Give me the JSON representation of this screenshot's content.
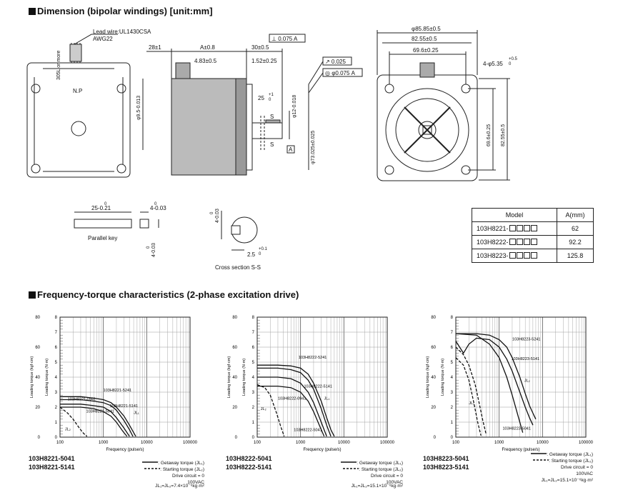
{
  "dimension": {
    "title": "Dimension (bipolar windings) [unit:mm]",
    "lead_wire": "Lead wire:UL1430CSA",
    "awg": "AWG22",
    "lead_len": "305L or more",
    "np": "N.P",
    "dim_28": "28±1",
    "dim_A": "A±0.8",
    "dim_30": "30±0.5",
    "perp": "⊥ 0.075 A",
    "dim_483": "4.83±0.5",
    "dim_152": "1.52±0.25",
    "runout": "↗ 0.025",
    "conc": "◎ φ0.075 A",
    "dim_25": "25",
    "tol_25": "+1\n0",
    "shaft_d": "φ12-0.018",
    "phi95": "φ9.5-0.013",
    "pilot": "φ73.025±0.025",
    "s_label": "S",
    "a_label": "A",
    "d8585": "φ85.85±0.5",
    "d8255": "82.55±0.5",
    "d696": "69.6±0.25",
    "holes": "4-φ5.35",
    "holes_tol": "+0.5\n0",
    "v696": "69.6±0.25",
    "v8255": "82.55±0.5",
    "key_w": "25-0.21",
    "key_w_tol": "0",
    "key_h": "4-0.03",
    "key_h_tol": "0",
    "key_side": "4-0.03",
    "key_side_tol": "0",
    "key_label": "Parallel key",
    "cs_top": "4-0.03",
    "cs_top_tol": "0",
    "cs_depth": "2.5",
    "cs_depth_tol": "+0.1\n0",
    "cs_label": "Cross section S-S"
  },
  "model_table": {
    "header": [
      "Model",
      "A(mm)"
    ],
    "rows": [
      {
        "model": "103H8221-",
        "a": "62"
      },
      {
        "model": "103H8222-",
        "a": "92.2"
      },
      {
        "model": "103H8223-",
        "a": "125.8"
      }
    ]
  },
  "freq": {
    "title": "Frequency-torque characteristics (2-phase excitation drive)"
  },
  "chart_data": [
    {
      "type": "line",
      "xscale": "log",
      "xlim": [
        100,
        100000
      ],
      "xticks": [
        "100",
        "1000",
        "10000",
        "100000"
      ],
      "xlabel": "Frequency (pulse/s)",
      "ylabel_left": "Loading torque (kgf·cm)",
      "ylabel_right": "Loading torque (N·m)",
      "ylim": [
        0,
        80
      ],
      "yticks_left": [
        "0",
        "20",
        "40",
        "60",
        "80"
      ],
      "ylim_right": [
        0,
        8
      ],
      "yticks_right": [
        "0",
        "1",
        "2",
        "3",
        "4",
        "5",
        "6",
        "7",
        "8"
      ],
      "series": [
        {
          "name": "103H8221-5241",
          "style": "solid",
          "x": [
            100,
            300,
            600,
            1000,
            1500,
            2000,
            3000,
            4000,
            5000,
            5600
          ],
          "y": [
            2.7,
            2.7,
            2.6,
            2.5,
            2.3,
            2.0,
            1.4,
            0.8,
            0.3,
            0.05
          ]
        },
        {
          "name": "103H8221-5141",
          "style": "solid",
          "x": [
            100,
            300,
            600,
            1000,
            1500,
            2000,
            3000,
            4000,
            4800
          ],
          "y": [
            2.5,
            2.5,
            2.4,
            2.3,
            2.1,
            1.8,
            1.1,
            0.5,
            0.05
          ]
        },
        {
          "name": "103H8221-0941",
          "style": "solid",
          "x": [
            100,
            300,
            600,
            1000,
            1500,
            2000,
            3000,
            4000
          ],
          "y": [
            2.2,
            2.2,
            2.1,
            2.0,
            1.7,
            1.3,
            0.6,
            0.05
          ]
        },
        {
          "name": "103H8221-5041",
          "style": "solid",
          "x": [
            100,
            300,
            600,
            1000,
            1500,
            2000,
            2800,
            3500
          ],
          "y": [
            2.0,
            2.0,
            1.9,
            1.7,
            1.4,
            1.0,
            0.4,
            0.05
          ]
        },
        {
          "name": "",
          "style": "dashed",
          "x": [
            100,
            150,
            200,
            280,
            350,
            420
          ],
          "y": [
            2.0,
            1.6,
            1.2,
            0.6,
            0.25,
            0.05
          ]
        }
      ],
      "annotations": [
        "103H8221-5241",
        "103H8221-5141",
        "103H8221-0941",
        "103H8221-5041",
        "JL₁",
        "JL₂"
      ]
    },
    {
      "type": "line",
      "xscale": "log",
      "xlim": [
        100,
        100000
      ],
      "xticks": [
        "100",
        "1000",
        "10000",
        "100000"
      ],
      "xlabel": "Frequency (pulse/s)",
      "ylabel_left": "Loading torque (kgf·cm)",
      "ylabel_right": "Loading torque (N·m)",
      "ylim": [
        0,
        80
      ],
      "yticks_left": [
        "0",
        "20",
        "40",
        "60",
        "80"
      ],
      "ylim_right": [
        0,
        8
      ],
      "yticks_right": [
        "0",
        "1",
        "2",
        "3",
        "4",
        "5",
        "6",
        "7",
        "8"
      ],
      "series": [
        {
          "name": "103H8222-5241",
          "style": "solid",
          "x": [
            100,
            300,
            600,
            1000,
            1500,
            2000,
            3000,
            4000,
            5000,
            6000
          ],
          "y": [
            4.8,
            4.8,
            4.75,
            4.6,
            4.2,
            3.6,
            2.4,
            1.3,
            0.5,
            0.05
          ]
        },
        {
          "name": "103H8222-5141",
          "style": "solid",
          "x": [
            100,
            300,
            600,
            1000,
            1500,
            2000,
            3000,
            4000,
            5000
          ],
          "y": [
            4.6,
            4.6,
            4.5,
            4.3,
            3.8,
            3.2,
            1.9,
            0.8,
            0.05
          ]
        },
        {
          "name": "103H8222-0941",
          "style": "solid",
          "x": [
            100,
            300,
            600,
            1000,
            1500,
            2000,
            3000,
            4000
          ],
          "y": [
            4.0,
            4.0,
            3.9,
            3.6,
            3.0,
            2.3,
            1.0,
            0.05
          ]
        },
        {
          "name": "103H8222-5041",
          "style": "solid",
          "x": [
            100,
            300,
            600,
            1000,
            1500,
            2000,
            2800,
            3500
          ],
          "y": [
            3.4,
            3.4,
            3.3,
            3.0,
            2.4,
            1.7,
            0.7,
            0.05
          ]
        },
        {
          "name": "",
          "style": "dashed",
          "x": [
            100,
            150,
            200,
            280,
            350,
            420
          ],
          "y": [
            3.5,
            3.3,
            2.8,
            1.6,
            0.7,
            0.05
          ]
        }
      ],
      "annotations": [
        "103H8222-5241",
        "103H8222-5141",
        "103H8222-0941",
        "103H8222-5041",
        "JL₁",
        "JL₂"
      ]
    },
    {
      "type": "line",
      "xscale": "log",
      "xlim": [
        100,
        100000
      ],
      "xticks": [
        "100",
        "1000",
        "10000",
        "100000"
      ],
      "xlabel": "Frequency (pulse/s)",
      "ylabel_left": "Loading torque (kgf·cm)",
      "ylabel_right": "Loading torque (N·m)",
      "ylim": [
        0,
        80
      ],
      "yticks_left": [
        "0",
        "20",
        "40",
        "60",
        "80"
      ],
      "ylim_right": [
        0,
        8
      ],
      "yticks_right": [
        "0",
        "1",
        "2",
        "3",
        "4",
        "5",
        "6",
        "7",
        "8"
      ],
      "series": [
        {
          "name": "103H8223-5241",
          "style": "solid",
          "x": [
            100,
            300,
            600,
            1000,
            1500,
            2000,
            3000,
            4000,
            5000,
            6000,
            7000
          ],
          "y": [
            6.9,
            6.9,
            6.8,
            6.5,
            6.0,
            5.3,
            4.0,
            2.9,
            2.1,
            1.6,
            1.2
          ]
        },
        {
          "name": "103H8223-5141",
          "style": "solid",
          "x": [
            100,
            150,
            200,
            300,
            600,
            1000,
            1500,
            2000,
            3000,
            4000,
            5000,
            6000
          ],
          "y": [
            6.4,
            5.6,
            6.2,
            6.6,
            6.5,
            6.0,
            5.2,
            4.4,
            3.0,
            2.0,
            1.3,
            0.8
          ]
        },
        {
          "name": "103H8223-5041",
          "style": "solid",
          "x": [
            100,
            300,
            600,
            1000,
            1500,
            2000,
            2800,
            3500
          ],
          "y": [
            6.9,
            6.8,
            6.2,
            5.3,
            4.0,
            2.8,
            1.3,
            0.3
          ]
        },
        {
          "name": "",
          "style": "dashed",
          "x": [
            100,
            150,
            200,
            280,
            350,
            420,
            500
          ],
          "y": [
            6.0,
            5.5,
            4.8,
            3.5,
            2.2,
            1.1,
            0.2
          ]
        },
        {
          "name": "",
          "style": "dashed",
          "x": [
            100,
            150,
            200,
            260,
            320,
            380
          ],
          "y": [
            5.3,
            4.8,
            3.8,
            2.3,
            1.0,
            0.1
          ]
        }
      ],
      "annotations": [
        "103H8223-5241",
        "103H8223-5141",
        "103H8223-5041",
        "JL₁",
        "JL₂"
      ]
    }
  ],
  "plots": [
    {
      "models": [
        "103H8221-5041",
        "103H8221-5141"
      ],
      "jl": "JL₁=JL₂=7.4×10⁻⁶kg·m²"
    },
    {
      "models": [
        "103H8222-5041",
        "103H8222-5141"
      ],
      "jl": "JL₁=JL₂=15.1×10⁻⁶kg·m²"
    },
    {
      "models": [
        "103H8223-5041",
        "103H8223-5141"
      ],
      "jl": "JL₁=JL₂=15.1×10⁻⁶kg·m²"
    }
  ],
  "legend": {
    "getaway": ": Getaway torque (JL₁)",
    "starting": ": Starting torque (JL₂)",
    "drive": "Drive circuit = 0",
    "voltage": "100VAC"
  }
}
